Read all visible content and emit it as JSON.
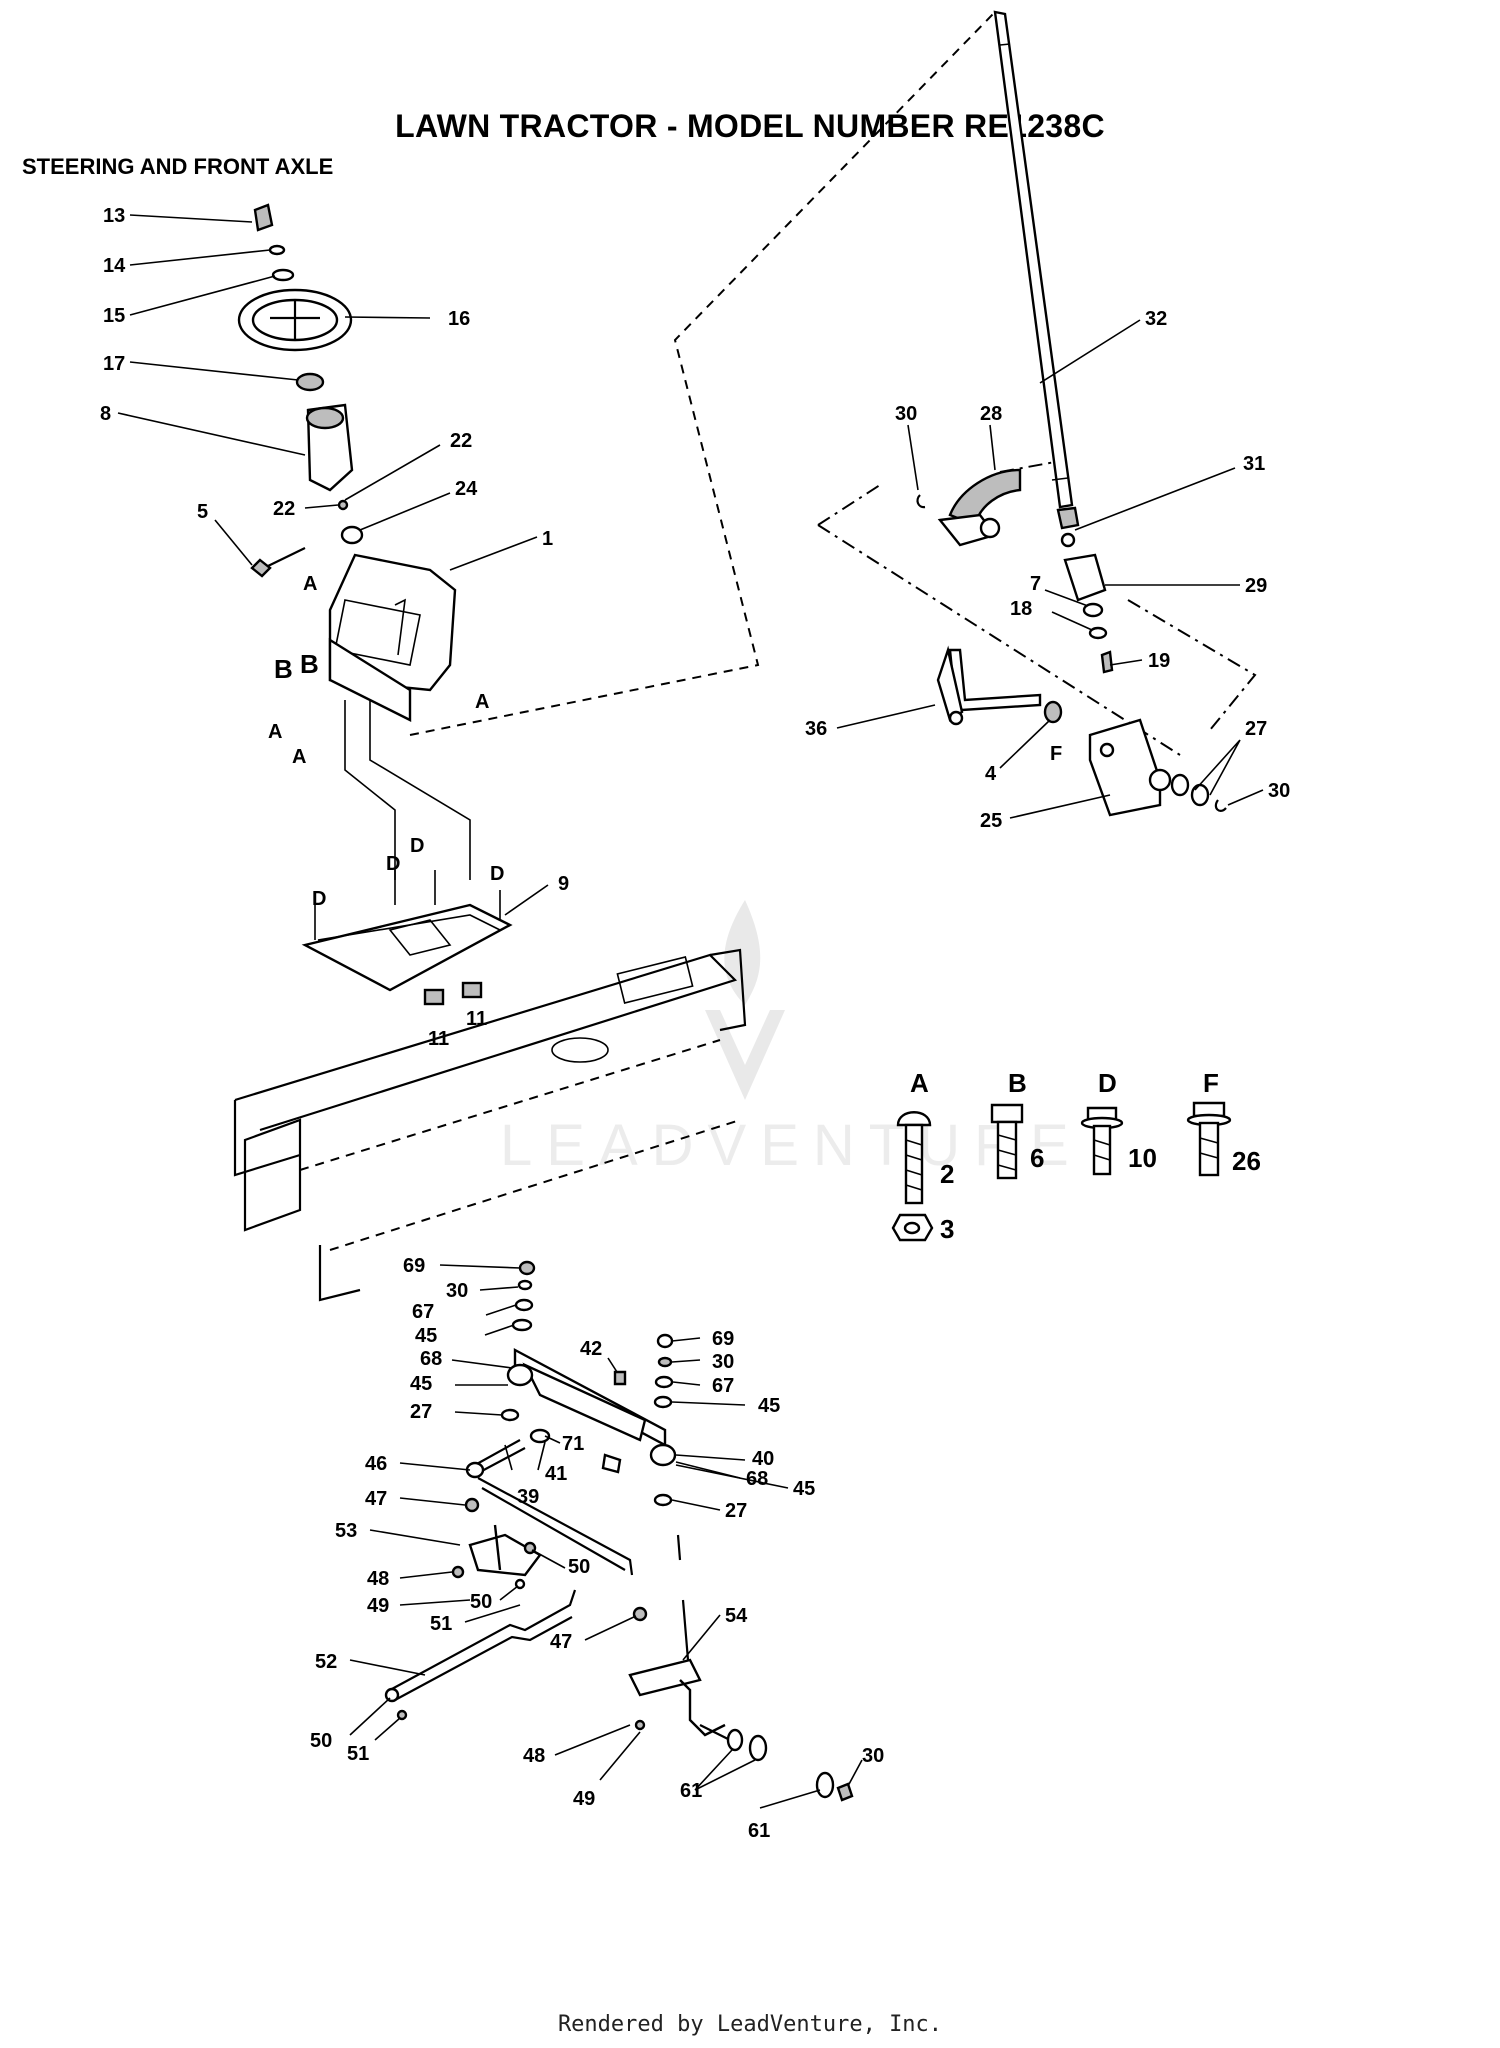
{
  "title": "LAWN TRACTOR - MODEL NUMBER RE1238C",
  "subtitle": "STEERING AND FRONT AXLE",
  "footer": "Rendered by LeadVenture, Inc.",
  "watermark": "LEADVENTURE",
  "callouts": {
    "c13": "13",
    "c14": "14",
    "c15": "15",
    "c16": "16",
    "c17": "17",
    "c8": "8",
    "c22a": "22",
    "c22b": "22",
    "c24": "24",
    "c5": "5",
    "c1": "1",
    "cA1": "A",
    "cA2": "A",
    "cA3": "A",
    "cA4": "A",
    "cB1": "B",
    "cB2": "B",
    "c9": "9",
    "cD1": "D",
    "cD2": "D",
    "cD3": "D",
    "cD4": "D",
    "c11a": "11",
    "c11b": "11",
    "c32": "32",
    "c30a": "30",
    "c28": "28",
    "c31": "31",
    "c29": "29",
    "c7": "7",
    "c18": "18",
    "c19": "19",
    "c36": "36",
    "cF": "F",
    "c4": "4",
    "c27a": "27",
    "c30b": "30",
    "c25": "25",
    "c69a": "69",
    "c30c": "30",
    "c67a": "67",
    "c45a": "45",
    "c42": "42",
    "c69b": "69",
    "c68a": "68",
    "c30d": "30",
    "c45b": "45",
    "c67b": "67",
    "c27b": "27",
    "c45c": "45",
    "c71": "71",
    "c46": "46",
    "c40": "40",
    "c41": "41",
    "c68b": "68",
    "c39": "39",
    "c45d": "45",
    "c47a": "47",
    "c27c": "27",
    "c53": "53",
    "c50a": "50",
    "c48a": "48",
    "c49a": "49",
    "c50b": "50",
    "c51a": "51",
    "c54": "54",
    "c47b": "47",
    "c52": "52",
    "c50c": "50",
    "c51b": "51",
    "c48b": "48",
    "c49b": "49",
    "c61a": "61",
    "c30e": "30",
    "c61b": "61"
  },
  "hardware_key": {
    "letters": [
      "A",
      "B",
      "D",
      "F"
    ],
    "numbers": [
      "2",
      "6",
      "10",
      "26",
      "3"
    ]
  }
}
